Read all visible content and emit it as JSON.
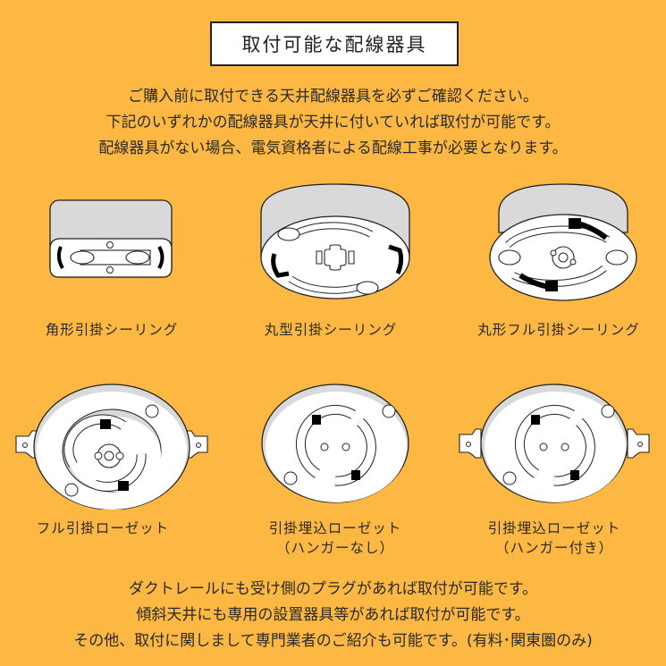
{
  "title": "取付可能な配線器具",
  "intro": [
    "ご購入前に取付できる天井配線器具を必ずご確認ください。",
    "下記のいずれかの配線器具が天井に付いていれば取付が可能です。",
    "配線器具がない場合、電気資格者による配線工事が必要となります。"
  ],
  "fixtures": [
    {
      "label": "角形引掛シーリング",
      "sublabel": "",
      "icon": "square-ceiling-hook-icon"
    },
    {
      "label": "丸型引掛シーリング",
      "sublabel": "",
      "icon": "round-ceiling-hook-icon"
    },
    {
      "label": "丸形フル引掛シーリング",
      "sublabel": "",
      "icon": "round-full-ceiling-hook-icon"
    },
    {
      "label": "フル引掛ローゼット",
      "sublabel": "",
      "icon": "full-hook-rosette-icon"
    },
    {
      "label": "引掛埋込ローゼット",
      "sublabel": "（ハンガーなし）",
      "icon": "embedded-rosette-no-hanger-icon"
    },
    {
      "label": "引掛埋込ローゼット",
      "sublabel": "（ハンガー付き）",
      "icon": "embedded-rosette-with-hanger-icon"
    }
  ],
  "outro": [
    "ダクトレールにも受け側のプラグがあれば取付が可能です。",
    "傾斜天井にも専用の設置器具等があれば取付が可能です。",
    "その他、取付に関しまして専門業者のご紹介も可能です。(有料･関東圏のみ)"
  ],
  "colors": {
    "background": "#FDB843",
    "device_body": "#FFFFFF",
    "device_side": "#D9D9D9",
    "outline": "#222222"
  }
}
